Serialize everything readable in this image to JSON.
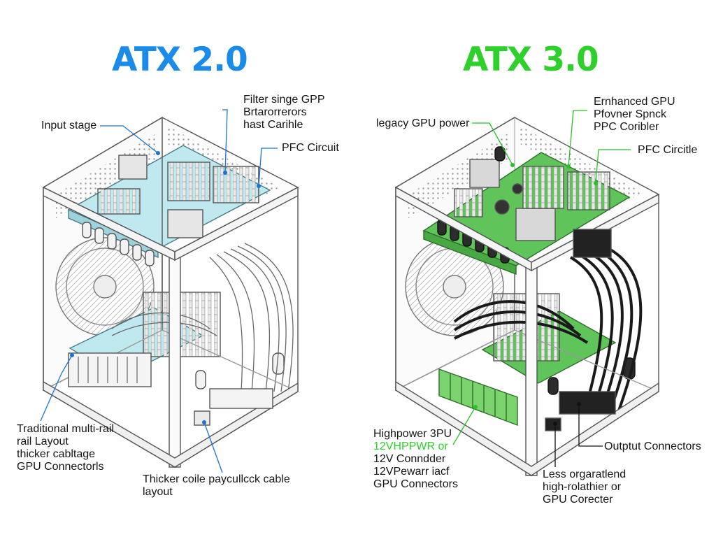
{
  "left": {
    "title": "ATX 2.0",
    "title_color": "#1a8be8",
    "board_color": "#bfe9ef",
    "leader_color": "#1c73d2",
    "labels": {
      "input_stage": "Input stage",
      "filter": [
        "Filter singe GPP",
        "Brtarorrerors",
        "hast Carihle"
      ],
      "pfc": "PFC Circuit",
      "traditional": [
        "Traditional multi-rail",
        "rail Layout",
        "thicker cabltage",
        "GPU Connectorls"
      ],
      "thicker_cable": [
        "Thicker coile paycullcck cable",
        "layout"
      ]
    }
  },
  "right": {
    "title": "ATX 3.0",
    "title_color": "#2ed12b",
    "board_color": "#5fc45a",
    "leader_color": "#2bbf2a",
    "labels": {
      "legacy": "legacy GPU power",
      "enhanced": [
        "Ernhanced GPU",
        "Pfovner Spnck",
        "PPC Coribler"
      ],
      "pfc": "PFC Circitle",
      "highpower": [
        "Highpower 3PU",
        "12VHPPWR or",
        "12V Conndder",
        "12VPewarr iacf",
        "GPU Connectors"
      ],
      "output": "Outptut Connectors",
      "less": [
        "Less orgaratlend",
        "high-rolathier or",
        "GPU Corecter"
      ]
    }
  }
}
